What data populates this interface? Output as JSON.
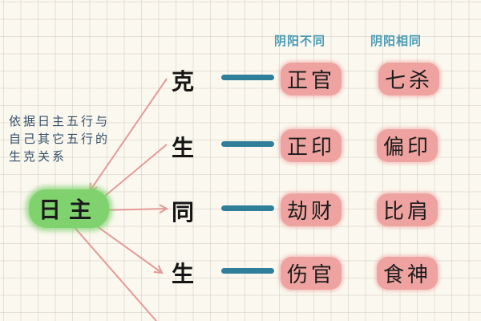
{
  "column_headers": {
    "yinyang_diff": "阴阳不同",
    "yinyang_same": "阴阳相同"
  },
  "note": {
    "lines": [
      "依据日主五行与",
      "自己其它五行的",
      "生克关系"
    ]
  },
  "day_master": {
    "label": "日主",
    "color": "#7fd26d"
  },
  "rows": [
    {
      "relation": "克",
      "diff": "正官",
      "same": "七杀"
    },
    {
      "relation": "生",
      "diff": "正印",
      "same": "偏印"
    },
    {
      "relation": "同",
      "diff": "劫财",
      "same": "比肩"
    },
    {
      "relation": "生",
      "diff": "伤官",
      "same": "食神"
    }
  ],
  "colors": {
    "arrow": "#e59a98",
    "connector": "#2f7f9a",
    "tag_bg": "#eea3a0",
    "header_text": "#4a9cb6",
    "note_text": "#35506a"
  }
}
